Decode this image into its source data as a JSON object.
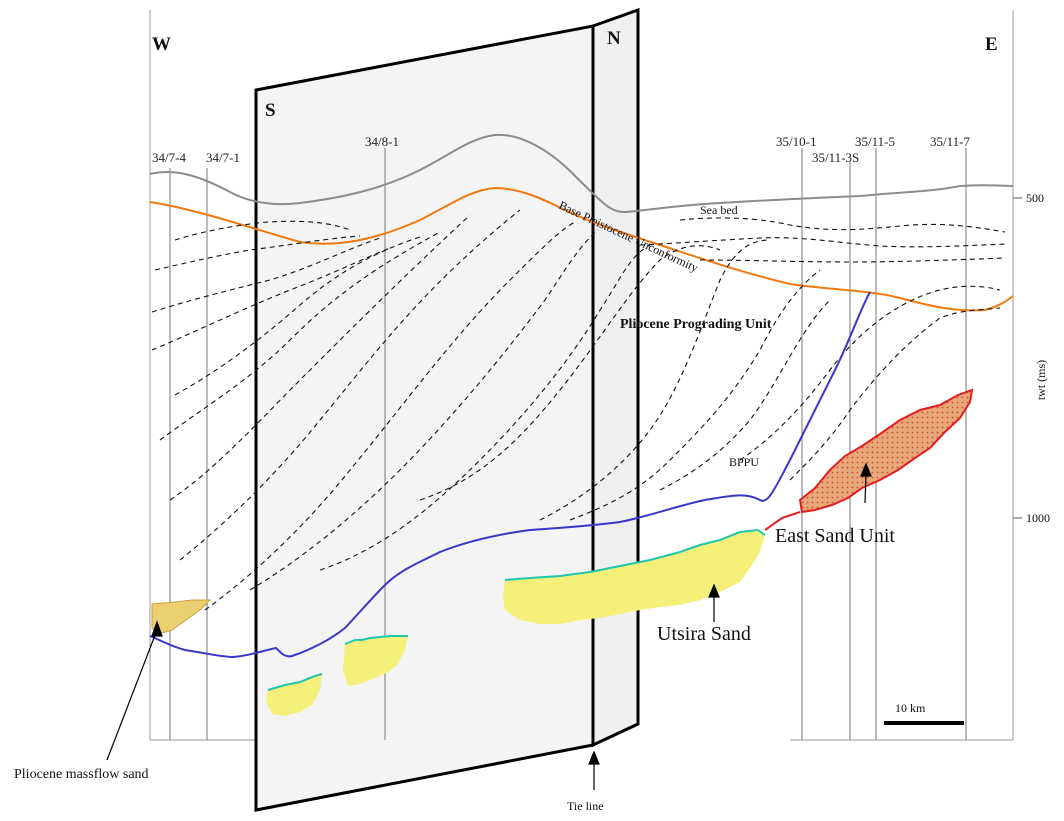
{
  "directions": {
    "west": "W",
    "east": "E",
    "south": "S",
    "north": "N"
  },
  "wells": [
    "34/7-4",
    "34/7-1",
    "34/8-1",
    "35/10-1",
    "35/11-3S",
    "35/11-5",
    "35/11-7"
  ],
  "horizons": {
    "sea_bed": "Sea bed",
    "base_unconformity": "Base Pleistocene Unconformity",
    "bppu": "BPPU"
  },
  "units": {
    "prograding": "Pliocene Prograding Unit",
    "utsira": "Utsira Sand",
    "east_sand": "East Sand Unit"
  },
  "axis": {
    "label": "twt (ms)",
    "ticks": [
      "500",
      "1000"
    ]
  },
  "scale_bar": "10 km",
  "callouts": {
    "massflow": "Pliocene massflow sand",
    "tie_line": "Tie line"
  },
  "colors": {
    "sea_bed": "#8c8c8c",
    "unconformity": "#f07a10",
    "bppu": "#3a36c8",
    "utsira_fill": "#f5f07a",
    "utsira_top": "#1fc7b0",
    "east_sand_fill": "#e8a070",
    "east_sand_outline": "#e02020",
    "massflow_fill": "#ecd070",
    "panel_fill": "#f4f4f4"
  }
}
